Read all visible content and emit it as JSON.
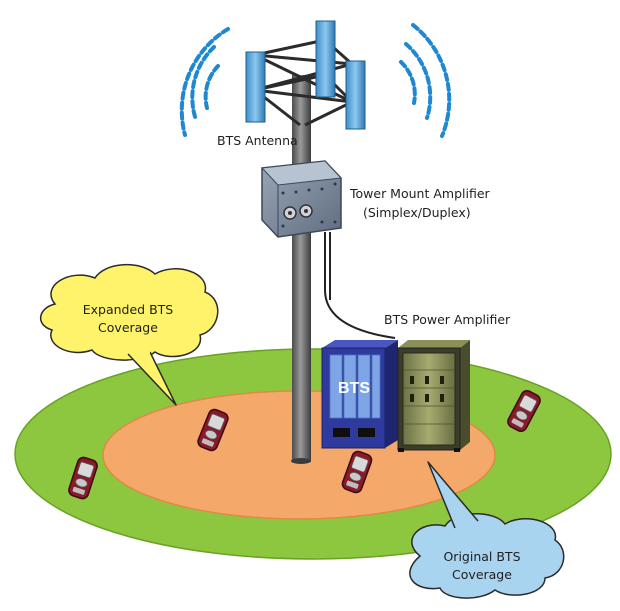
{
  "labels": {
    "antenna": "BTS Antenna",
    "tma_line1": "Tower Mount Amplifier",
    "tma_line2": "(Simplex/Duplex)",
    "power_amp": "BTS Power Amplifier",
    "bts_cabinet": "BTS"
  },
  "callouts": {
    "expanded_line1": "Expanded BTS",
    "expanded_line2": "Coverage",
    "original_line1": "Original BTS",
    "original_line2": "Coverage"
  },
  "colors": {
    "outer_coverage": "#8dc63f",
    "inner_coverage": "#f4a96a",
    "expanded_bubble": "#fff36b",
    "original_bubble": "#a8d4f0",
    "signal_waves": "#1e88d2",
    "bts_cabinet": "#2f3a9e"
  },
  "icons": [
    "signal-wave-icon",
    "mobile-phone-icon"
  ]
}
